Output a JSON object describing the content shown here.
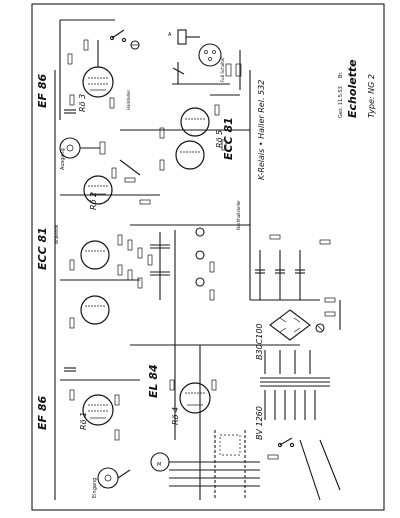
{
  "title_block": {
    "relay": "K-Relais • Haller Rel. 532",
    "name": "Echolette",
    "type": "Type: NG 2",
    "date": "Gez. 11.5.53",
    "initials": "Br."
  },
  "tubes": [
    {
      "label": "EF 86",
      "ref": "Rö 3"
    },
    {
      "label": "Rö 2"
    },
    {
      "label": "ECC 81"
    },
    {
      "label": "ECC 81",
      "ref": "Rö 5"
    },
    {
      "label": "EF 86",
      "ref": "Rö 1"
    },
    {
      "label": "EL 84",
      "ref": "Rö 4"
    }
  ],
  "labels": {
    "ausgang": "Ausgang",
    "eingang": "Eingang",
    "fuss_schalter": "Fuß Schalter",
    "hallsteller": "Hallsteller",
    "nachhallsteller": "Nachhallsteller",
    "tonblende": "Tonblende",
    "rectifier": "B30C100",
    "transformer": "BV 1260",
    "motor": "M",
    "relay_a": "A"
  }
}
